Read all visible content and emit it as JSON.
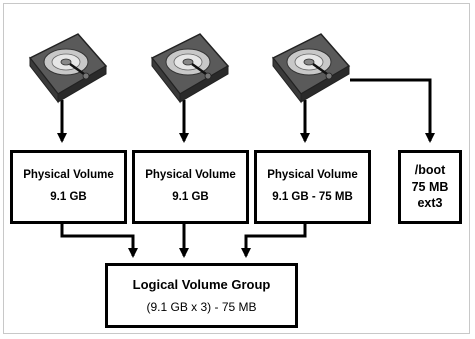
{
  "physical_volumes": [
    {
      "title": "Physical Volume",
      "size": "9.1 GB"
    },
    {
      "title": "Physical Volume",
      "size": "9.1 GB"
    },
    {
      "title": "Physical Volume",
      "size": "9.1 GB - 75 MB"
    }
  ],
  "boot_partition": {
    "mount": "/boot",
    "size": "75 MB",
    "filesystem": "ext3"
  },
  "logical_volume_group": {
    "title": "Logical Volume Group",
    "size": "(9.1 GB x 3) - 75 MB"
  },
  "disks": [
    {
      "icon": "hard-drive-icon"
    },
    {
      "icon": "hard-drive-icon"
    },
    {
      "icon": "hard-drive-icon"
    }
  ]
}
